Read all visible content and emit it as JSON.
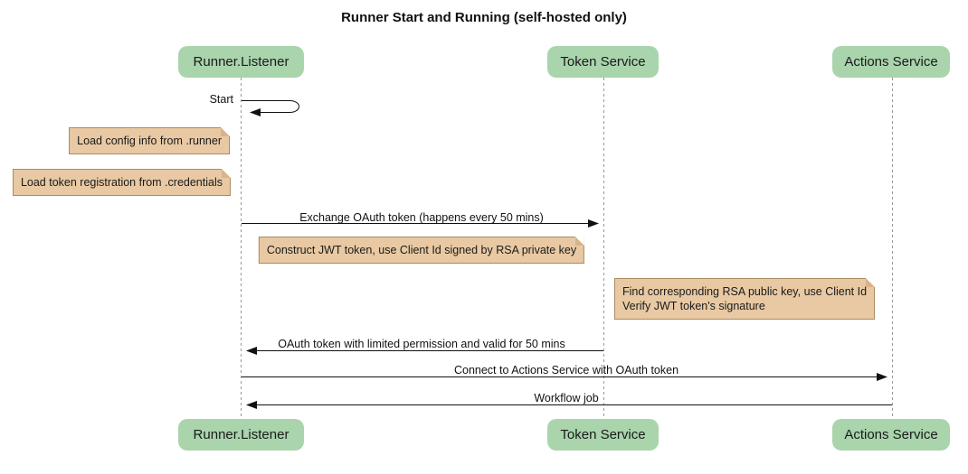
{
  "title": "Runner Start and Running (self-hosted only)",
  "participants": [
    {
      "name": "Runner.Listener"
    },
    {
      "name": "Token Service"
    },
    {
      "name": "Actions Service"
    }
  ],
  "messages": {
    "start": "Start",
    "exchange_oauth": "Exchange OAuth token (happens every 50 mins)",
    "oauth_return": "OAuth token with limited permission and valid for 50 mins",
    "connect": "Connect to Actions Service with OAuth token",
    "workflow_job": "Workflow job"
  },
  "notes": {
    "load_config": "Load config info from .runner",
    "load_token_registration": "Load token registration from .credentials",
    "construct_jwt": "Construct JWT token, use Client Id signed by RSA private key",
    "verify_jwt_line1": "Find corresponding RSA public key, use Client Id",
    "verify_jwt_line2": "Verify JWT token's signature"
  },
  "colors": {
    "actor_fill": "#a9d4ac",
    "note_fill": "#e8c9a3",
    "note_border": "#aa8c5f",
    "note_fold": "#d8b488",
    "lifeline": "#999999",
    "arrow": "#111111",
    "text": "#1a1a1a",
    "background": "#ffffff"
  }
}
